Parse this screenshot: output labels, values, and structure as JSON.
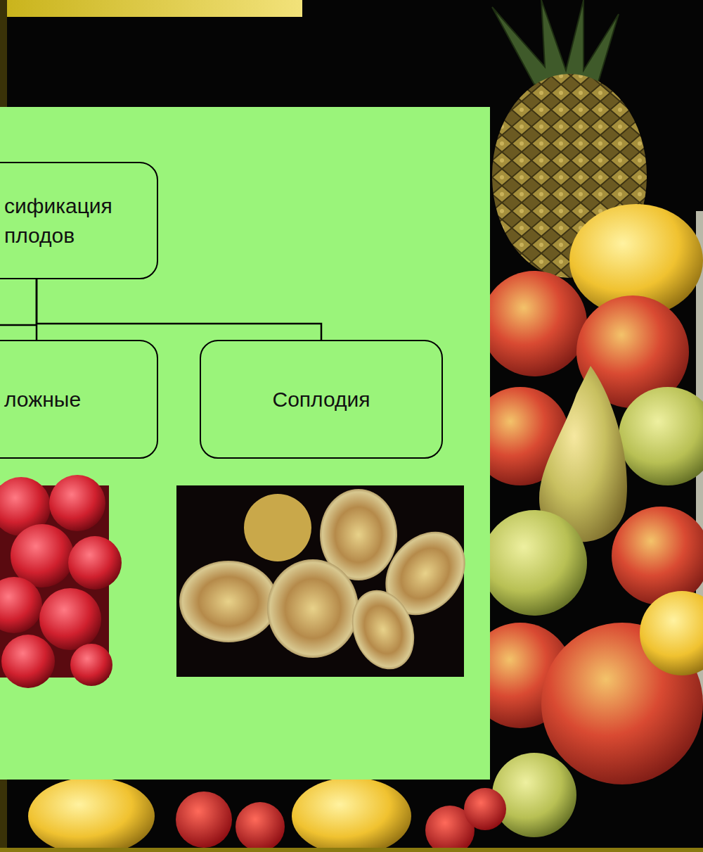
{
  "diagram": {
    "nodes": [
      {
        "text": [
          "сификация плодов"
        ]
      },
      {
        "text": [
          "ложные"
        ]
      },
      {
        "text": [
          "Соплодия"
        ]
      }
    ],
    "edges": [
      {
        "from": 0,
        "to": 1,
        "arrow": "none"
      },
      {
        "from": 0,
        "to": 2,
        "arrow": "none"
      }
    ]
  }
}
